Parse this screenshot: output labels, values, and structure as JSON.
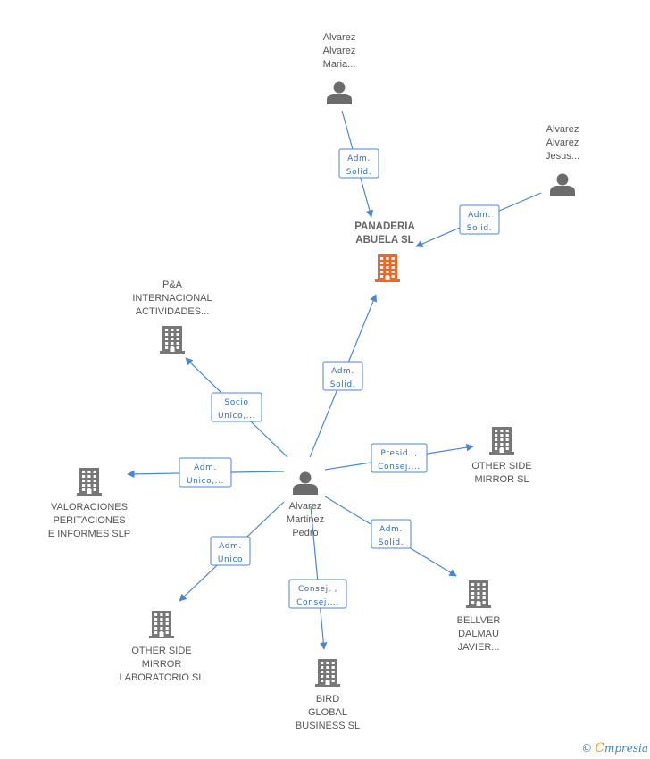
{
  "colors": {
    "edge": "#4a86d8",
    "company": "#777777",
    "focus_company": "#f26522",
    "person": "#6b6b6b"
  },
  "nodes": [
    {
      "id": "panaderia",
      "kind": "company",
      "focus": true,
      "label": [
        "PANADERIA",
        "ABUELA SL"
      ],
      "icon": "building-icon"
    },
    {
      "id": "alvarez-maria",
      "kind": "person",
      "label": [
        "Alvarez",
        "Alvarez",
        "Maria..."
      ],
      "icon": "person-icon"
    },
    {
      "id": "alvarez-jesus",
      "kind": "person",
      "label": [
        "Alvarez",
        "Alvarez",
        "Jesus..."
      ],
      "icon": "person-icon"
    },
    {
      "id": "pedro",
      "kind": "person",
      "label": [
        "Alvarez",
        "Martinez",
        "Pedro"
      ],
      "icon": "person-icon"
    },
    {
      "id": "pya",
      "kind": "company",
      "label": [
        "P&A",
        "INTERNACIONAL",
        "ACTIVIDADES..."
      ],
      "icon": "building-icon"
    },
    {
      "id": "valoraciones",
      "kind": "company",
      "label": [
        "VALORACIONES",
        "PERITACIONES",
        "E INFORMES SLP"
      ],
      "icon": "building-icon"
    },
    {
      "id": "other-mirror",
      "kind": "company",
      "label": [
        "OTHER SIDE",
        "MIRROR SL"
      ],
      "icon": "building-icon"
    },
    {
      "id": "other-lab",
      "kind": "company",
      "label": [
        "OTHER SIDE",
        "MIRROR",
        "LABORATORIO SL"
      ],
      "icon": "building-icon"
    },
    {
      "id": "bird",
      "kind": "company",
      "label": [
        "BIRD",
        "GLOBAL",
        "BUSINESS SL"
      ],
      "icon": "building-icon"
    },
    {
      "id": "bellver",
      "kind": "company",
      "label": [
        "BELLVER",
        "DALMAU",
        "JAVIER..."
      ],
      "icon": "building-icon"
    }
  ],
  "edges": [
    {
      "from": "alvarez-maria",
      "to": "panaderia",
      "label": [
        "Adm.",
        "Solid."
      ]
    },
    {
      "from": "alvarez-jesus",
      "to": "panaderia",
      "label": [
        "Adm.",
        "Solid."
      ]
    },
    {
      "from": "pedro",
      "to": "panaderia",
      "label": [
        "Adm.",
        "Solid."
      ]
    },
    {
      "from": "pedro",
      "to": "pya",
      "label": [
        "Socio",
        "Único,..."
      ]
    },
    {
      "from": "pedro",
      "to": "valoraciones",
      "label": [
        "Adm.",
        "Unico,..."
      ]
    },
    {
      "from": "pedro",
      "to": "other-mirror",
      "label": [
        "Presid. ,",
        "Consej...."
      ]
    },
    {
      "from": "pedro",
      "to": "other-lab",
      "label": [
        "Adm.",
        "Unico"
      ]
    },
    {
      "from": "pedro",
      "to": "bird",
      "label": [
        "Consej. ,",
        "Consej...."
      ]
    },
    {
      "from": "pedro",
      "to": "bellver",
      "label": [
        "Adm.",
        "Solid."
      ]
    }
  ],
  "footer": {
    "copyright": "©",
    "brand_first": "C",
    "brand_rest": "mpresia"
  }
}
